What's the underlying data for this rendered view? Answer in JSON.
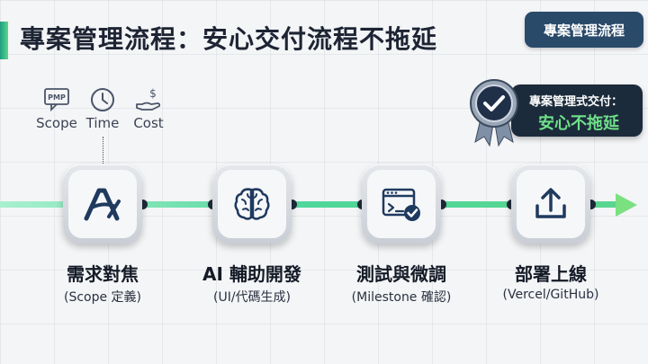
{
  "header": {
    "title": "專案管理流程：安心交付流程不拖延",
    "tag": "專案管理流程"
  },
  "triad": [
    {
      "label": "Scope",
      "icon": "pmp-document-icon",
      "badge": "PMP"
    },
    {
      "label": "Time",
      "icon": "clock-icon"
    },
    {
      "label": "Cost",
      "icon": "money-hand-icon",
      "badge": "$"
    }
  ],
  "callout": {
    "line1": "專案管理式交付：",
    "line2": "安心不拖延",
    "icon": "check-medal-icon"
  },
  "steps": [
    {
      "title": "需求對焦",
      "subtitle": "(Scope 定義)",
      "icon": "ai-text-icon"
    },
    {
      "title": "AI 輔助開發",
      "subtitle": "(UI/代碼生成)",
      "icon": "brain-icon"
    },
    {
      "title": "測試與微調",
      "subtitle": "(Milestone 確認)",
      "icon": "browser-check-icon"
    },
    {
      "title": "部署上線",
      "subtitle": "(Vercel/GitHub)",
      "icon": "upload-icon"
    }
  ],
  "colors": {
    "flow_start": "#a8f0cf",
    "flow_end": "#59d68f",
    "tag_bg": "#2a4a6a",
    "callout_bg": "#1c2b3b",
    "callout_highlight": "#6fe08a",
    "icon_color": "#1f3a5f"
  }
}
